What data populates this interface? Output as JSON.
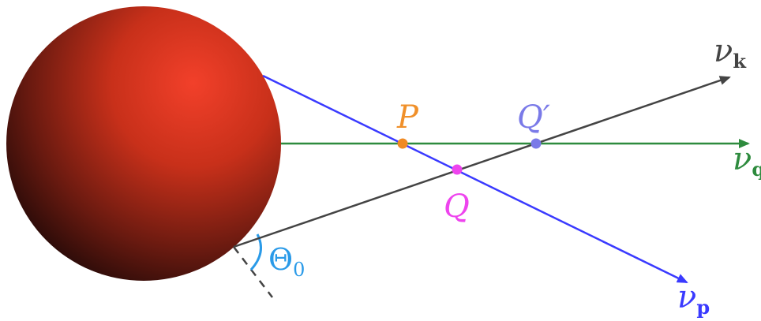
{
  "diagram": {
    "labels": {
      "nu_k": {
        "base": "ν",
        "sub": "k"
      },
      "nu_q": {
        "base": "ν",
        "sub": "q"
      },
      "nu_p": {
        "base": "ν",
        "sub": "p"
      },
      "P": "P",
      "Q": "Q",
      "Q_prime": "Q′",
      "theta": {
        "base": "Θ",
        "sub": "0"
      }
    },
    "colors": {
      "sphere_highlight": "#f2402a",
      "sphere_mid": "#b02510",
      "sphere_shadow": "#1a0808",
      "line_k": "#444444",
      "line_q": "#2e8b3e",
      "line_p": "#3a3aff",
      "point_P": "#f08a24",
      "point_Q": "#ee44ee",
      "point_Qprime": "#7a7ae8",
      "label_P": "#f0902a",
      "label_Q": "#ee44ee",
      "label_Qprime": "#7a7ae8",
      "label_k": "#444444",
      "label_q": "#2e8b3e",
      "label_p": "#3a3aff",
      "angle": "#2a9ae8",
      "dashed": "#444444"
    }
  }
}
